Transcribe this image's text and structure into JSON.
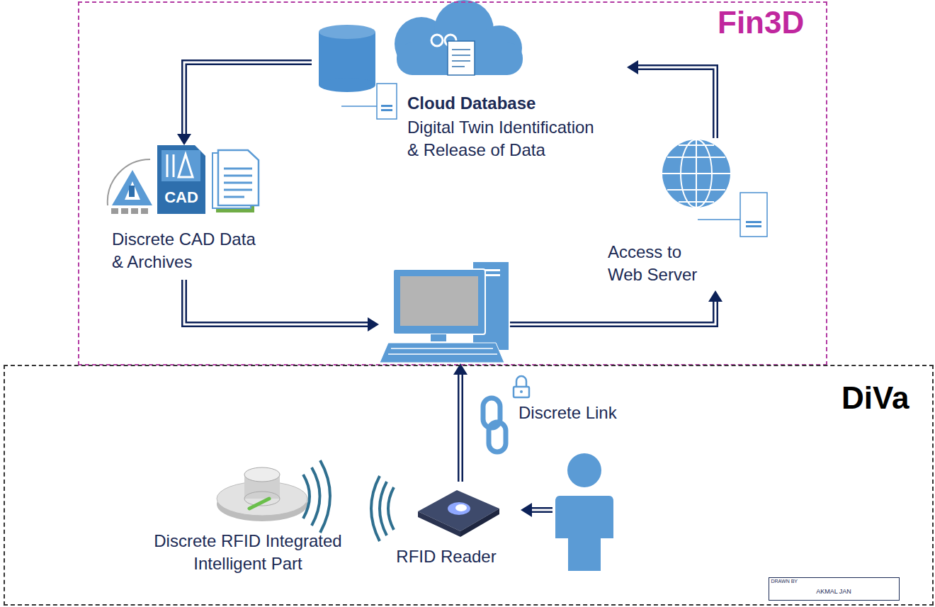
{
  "diagram": {
    "nodes": [
      {
        "text": [
          "Fin3D"
        ]
      },
      {
        "text": [
          "Cloud Database",
          "Digital Twin Identification & Release of Data"
        ],
        "in": 0
      },
      {
        "text": [
          "Discrete CAD Data & Archives"
        ],
        "in": 0
      },
      {
        "text": [
          "Access to Web Server"
        ],
        "in": 0
      },
      {
        "text": [],
        "in": 0
      },
      {
        "text": [
          "DiVa"
        ]
      },
      {
        "text": [
          "Discrete RFID Integrated Intelligent Part"
        ],
        "in": 5
      },
      {
        "text": [
          "RFID Reader"
        ],
        "in": 5
      },
      {
        "text": [],
        "in": 5
      },
      {
        "text": [
          "DRAWN BY",
          "AKMAL JAN"
        ],
        "in": 5
      }
    ],
    "edges": [
      {
        "from": 1,
        "to": 2,
        "arrow": "to"
      },
      {
        "from": 2,
        "to": 4,
        "arrow": "to"
      },
      {
        "from": 4,
        "to": 3,
        "arrow": "to"
      },
      {
        "from": 3,
        "to": 1,
        "arrow": "to"
      },
      {
        "from": 7,
        "to": 4,
        "arrow": "to",
        "label": "Discrete Link"
      },
      {
        "from": 8,
        "to": 7,
        "arrow": "to"
      }
    ],
    "labels": [
      "CAD"
    ]
  }
}
